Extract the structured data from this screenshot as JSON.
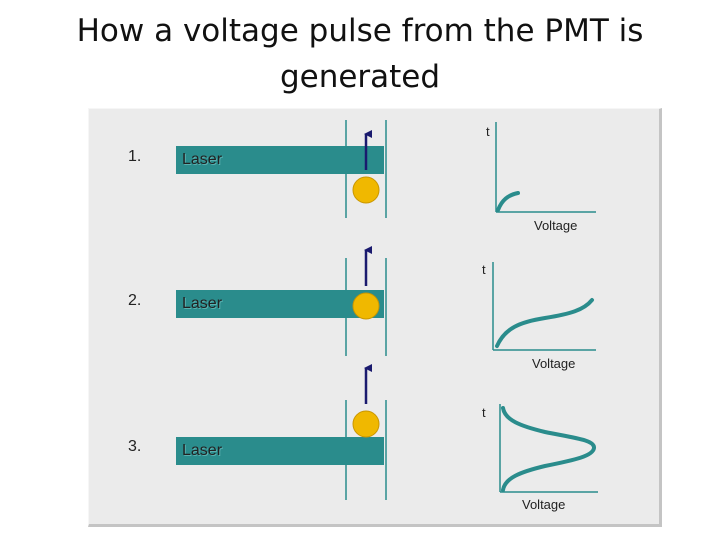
{
  "title_line1": "How a voltage pulse from the PMT is",
  "title_line2": "generated",
  "steps": [
    {
      "number": "1.",
      "beam_label": "Laser",
      "t_label": "t",
      "voltage_label": "Voltage"
    },
    {
      "number": "2.",
      "beam_label": "Laser",
      "t_label": "t",
      "voltage_label": "Voltage"
    },
    {
      "number": "3.",
      "beam_label": "Laser",
      "t_label": "t",
      "voltage_label": "Voltage"
    }
  ],
  "colors": {
    "beam": "#2a8c8c",
    "curve": "#2a8c8c",
    "particle": "#f0b800",
    "arrow": "#1a1a6e",
    "panel": "#ebebeb"
  },
  "icons": {
    "particle": "yellow-circle",
    "flow_arrow": "arrow-up-icon"
  }
}
